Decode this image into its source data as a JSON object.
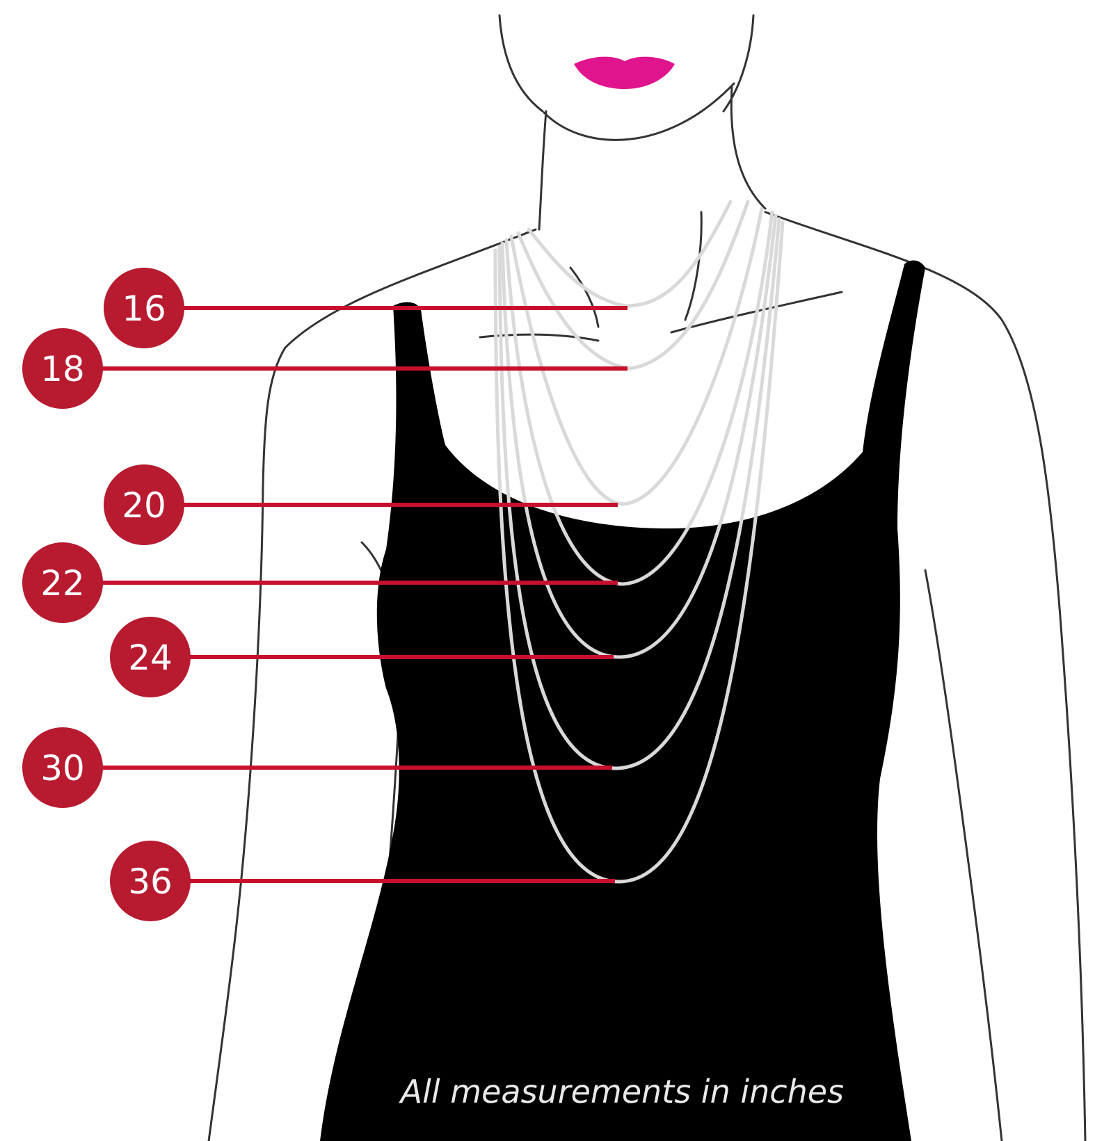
{
  "colors": {
    "marker": "#b81a30",
    "line": "#c8102e",
    "lips": "#e0148c",
    "chain": "#d9d9d9",
    "top": "#000000",
    "outline": "#333333"
  },
  "caption": "All measurements in inches",
  "lengths": [
    {
      "label": "16"
    },
    {
      "label": "18"
    },
    {
      "label": "20"
    },
    {
      "label": "22"
    },
    {
      "label": "24"
    },
    {
      "label": "30"
    },
    {
      "label": "36"
    }
  ]
}
